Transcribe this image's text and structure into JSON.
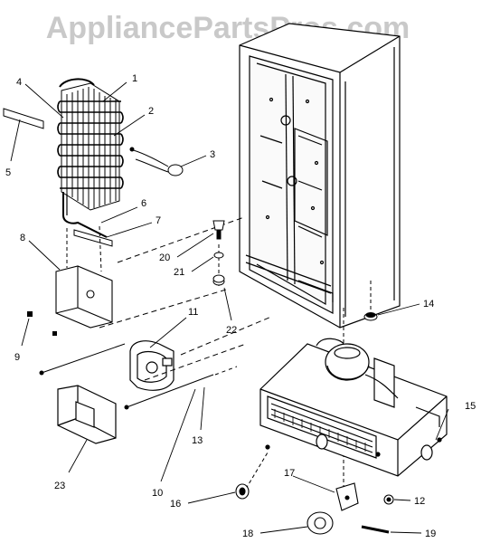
{
  "watermark": {
    "text": "AppliancePartsPros.com"
  },
  "callouts": [
    {
      "label": "1"
    },
    {
      "label": "2"
    },
    {
      "label": "3"
    },
    {
      "label": "4"
    },
    {
      "label": "5"
    },
    {
      "label": "6"
    },
    {
      "label": "7"
    },
    {
      "label": "8"
    },
    {
      "label": "9"
    },
    {
      "label": "10"
    },
    {
      "label": "11"
    },
    {
      "label": "12"
    },
    {
      "label": "13"
    },
    {
      "label": "14"
    },
    {
      "label": "15"
    },
    {
      "label": "16"
    },
    {
      "label": "17"
    },
    {
      "label": "18"
    },
    {
      "label": "19"
    },
    {
      "label": "20"
    },
    {
      "label": "21"
    },
    {
      "label": "22"
    },
    {
      "label": "23"
    }
  ]
}
